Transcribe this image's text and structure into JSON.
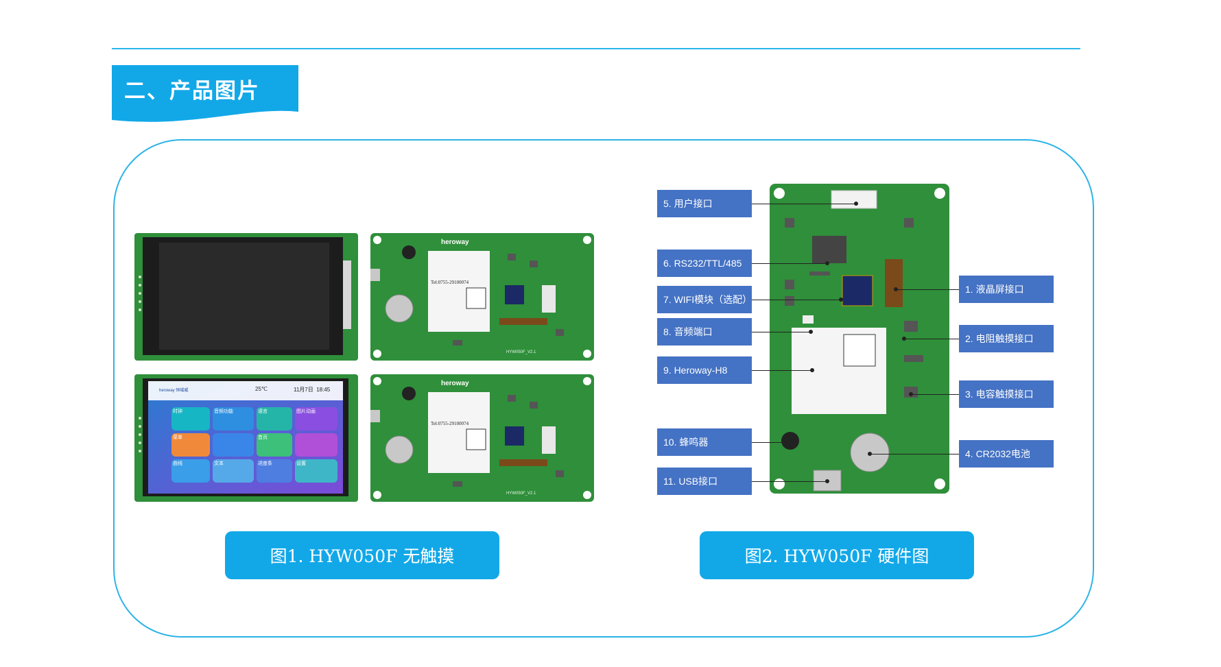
{
  "section": {
    "title": "二、产品图片"
  },
  "figure1": {
    "caption": "图1. HYW050F 无触摸",
    "board": {
      "brand": "heroway",
      "phone": "Tel:0755-29100074",
      "model": "HYW050F_V2.1"
    },
    "screen_ui": {
      "brand": "heroway 恒域威",
      "temperature": "25℃",
      "date_time": "11月7日  18:45",
      "tiles": [
        "时钟",
        "音频功能",
        "语言",
        "图片动画",
        "菜单",
        "首页",
        "曲线",
        "文本",
        "进度条",
        "设置"
      ]
    }
  },
  "figure2": {
    "caption": "图2. HYW050F 硬件图",
    "left_callouts": [
      "5. 用户接口",
      "6. RS232/TTL/485",
      "7. WIFI模块（选配）",
      "8. 音频端口",
      "9. Heroway-H8",
      "10.  蜂鸣器",
      "11. USB接口"
    ],
    "right_callouts": [
      "1. 液晶屏接口",
      "2. 电阻触摸接口",
      "3. 电容触摸接口",
      "4. CR2032电池"
    ]
  },
  "colors": {
    "accent": "#12a8e8",
    "callout": "#4472c4",
    "pcb": "#2f8f3a",
    "rule": "#29b6e8"
  }
}
